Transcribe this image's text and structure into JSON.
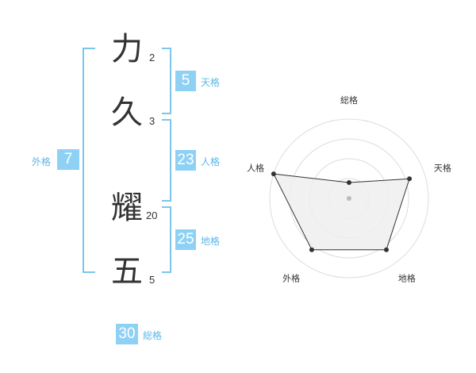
{
  "characters": [
    {
      "char": "力",
      "strokes": "2"
    },
    {
      "char": "久",
      "strokes": "3"
    },
    {
      "char": "耀",
      "strokes": "20"
    },
    {
      "char": "五",
      "strokes": "5"
    }
  ],
  "kakusu": {
    "tenkaku": {
      "value": "5",
      "label": "天格"
    },
    "jinkaku": {
      "value": "23",
      "label": "人格"
    },
    "chikaku": {
      "value": "25",
      "label": "地格"
    },
    "gaikaku": {
      "value": "7",
      "label": "外格"
    },
    "soukaku": {
      "value": "30",
      "label": "総格"
    }
  },
  "colors": {
    "accent_box": "#8fd1f5",
    "accent_label": "#5bb8e8",
    "bracket": "#7cc5ee",
    "radar_fill": "#efefef",
    "radar_line": "#333333"
  },
  "chart_data": {
    "type": "radar",
    "axes": [
      "総格",
      "天格",
      "地格",
      "外格",
      "人格"
    ],
    "values": [
      1,
      4,
      4,
      4,
      5
    ],
    "rmax": 5,
    "rings": 4
  }
}
